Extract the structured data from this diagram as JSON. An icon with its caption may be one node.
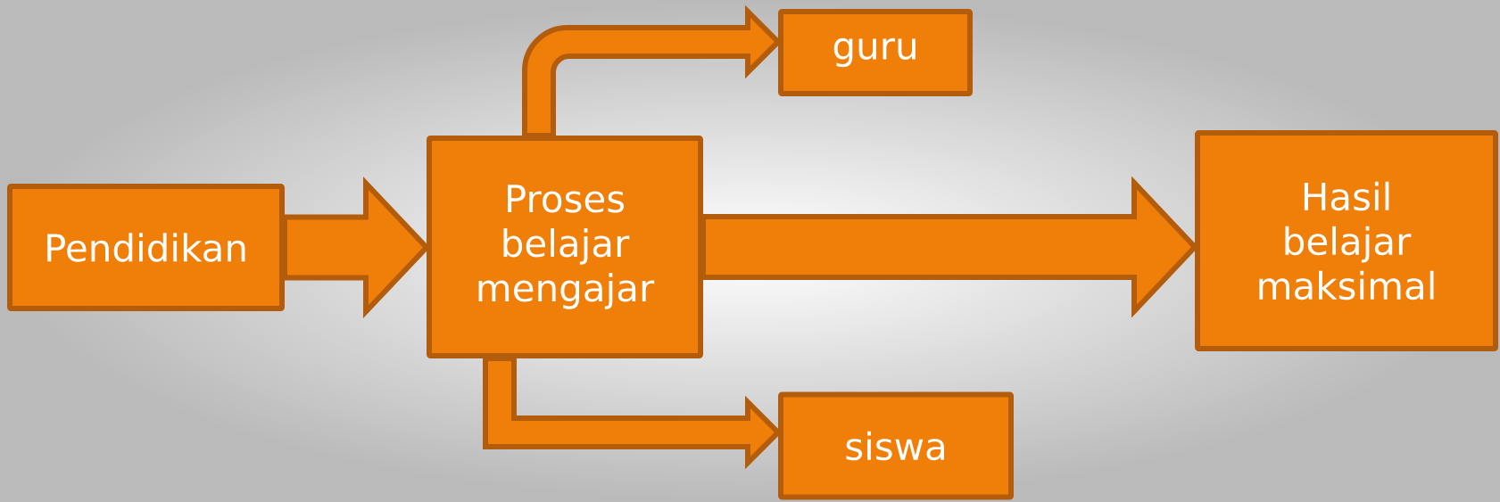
{
  "diagram": {
    "nodes": [
      {
        "text": [
          "Pendidikan"
        ]
      },
      {
        "text": [
          "Proses belajar mengajar"
        ]
      },
      {
        "text": [
          "guru"
        ]
      },
      {
        "text": [
          "Hasil belajar maksimal"
        ]
      },
      {
        "text": [
          "siswa"
        ]
      }
    ],
    "edges": [
      {
        "from": 0,
        "to": 1,
        "arrow": "to"
      },
      {
        "from": 1,
        "to": 2,
        "arrow": "to"
      },
      {
        "from": 1,
        "to": 3,
        "arrow": "to"
      },
      {
        "from": 1,
        "to": 4,
        "arrow": "to"
      }
    ]
  }
}
